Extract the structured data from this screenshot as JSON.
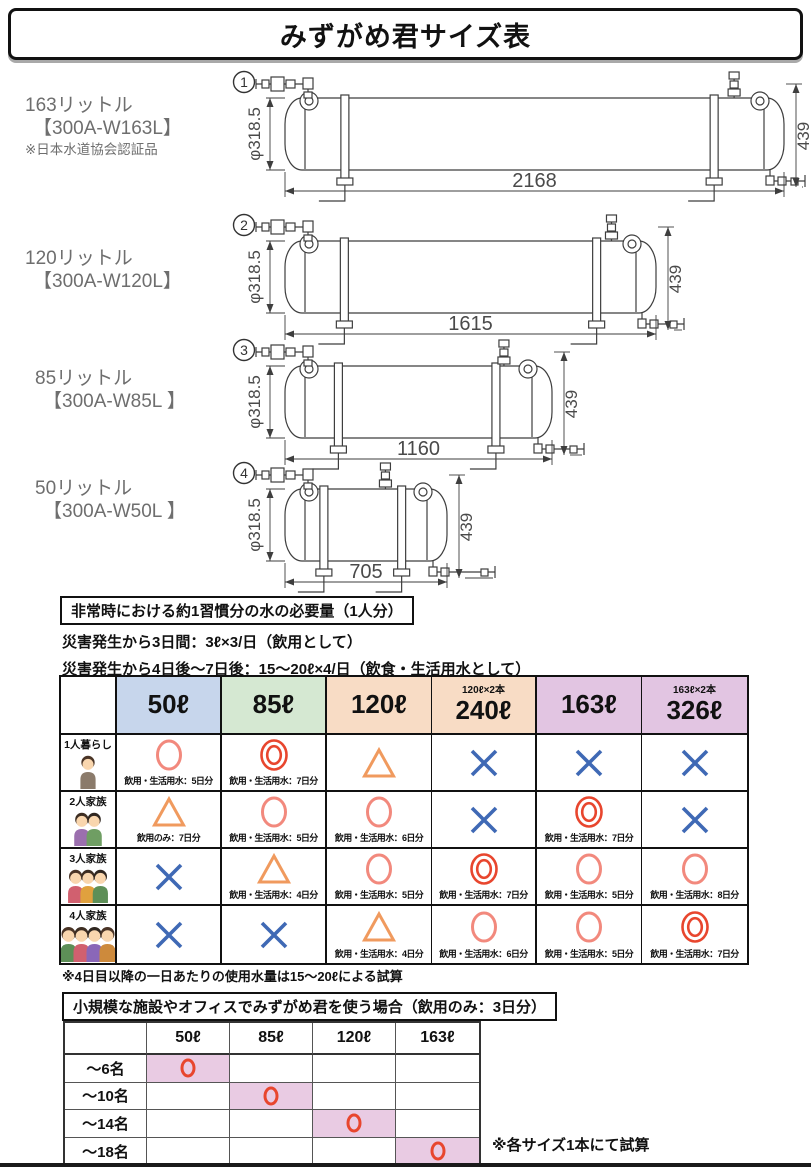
{
  "title": "みずがめ君サイズ表",
  "tanks": [
    {
      "number": "1",
      "capacity": "163リットル",
      "model": "【300A-W163L】",
      "note": "※日本水道協会認証品",
      "diameter": "φ318.5",
      "height": "439",
      "length": "2168"
    },
    {
      "number": "2",
      "capacity": "120リットル",
      "model": "【300A-W120L】",
      "note": "",
      "diameter": "φ318.5",
      "height": "439",
      "length": "1615"
    },
    {
      "number": "3",
      "capacity": "85リットル",
      "model": "【300A-W85L 】",
      "note": "",
      "diameter": "φ318.5",
      "height": "439",
      "length": "1160"
    },
    {
      "number": "4",
      "capacity": "50リットル",
      "model": "【300A-W50L 】",
      "note": "",
      "diameter": "φ318.5",
      "height": "439",
      "length": "705"
    }
  ],
  "emergency": {
    "heading": "非常時における約1習慣分の水の必要量（1人分）",
    "line1": "災害発生から3日間：3ℓ×3/日（飲用として）",
    "line2": "災害発生から4日後〜7日後：15〜20ℓ×4/日（飲食・生活用水として）"
  },
  "size_table": {
    "columns": [
      {
        "label": "50ℓ",
        "sub": "",
        "bg": "#c7d6ec"
      },
      {
        "label": "85ℓ",
        "sub": "",
        "bg": "#d5e8d2"
      },
      {
        "label": "120ℓ",
        "sub": "",
        "bg": "#f8dcc5"
      },
      {
        "label": "240ℓ",
        "sub": "120ℓ×2本",
        "bg": "#f8dcc5"
      },
      {
        "label": "163ℓ",
        "sub": "",
        "bg": "#e2c5e2"
      },
      {
        "label": "326ℓ",
        "sub": "163ℓ×2本",
        "bg": "#e2c5e2"
      }
    ],
    "rows": [
      {
        "label": "1人暮らし",
        "people": 1,
        "cells": [
          {
            "symbol": "circle",
            "caption": "飲用・生活用水：5日分"
          },
          {
            "symbol": "double-circle",
            "caption": "飲用・生活用水：7日分"
          },
          {
            "symbol": "triangle",
            "caption": ""
          },
          {
            "symbol": "cross",
            "caption": ""
          },
          {
            "symbol": "cross",
            "caption": ""
          },
          {
            "symbol": "cross",
            "caption": ""
          }
        ]
      },
      {
        "label": "2人家族",
        "people": 2,
        "cells": [
          {
            "symbol": "triangle",
            "caption": "飲用のみ：7日分"
          },
          {
            "symbol": "circle",
            "caption": "飲用・生活用水：5日分"
          },
          {
            "symbol": "circle",
            "caption": "飲用・生活用水：6日分"
          },
          {
            "symbol": "cross",
            "caption": ""
          },
          {
            "symbol": "double-circle",
            "caption": "飲用・生活用水：7日分"
          },
          {
            "symbol": "cross",
            "caption": ""
          }
        ]
      },
      {
        "label": "3人家族",
        "people": 3,
        "cells": [
          {
            "symbol": "cross",
            "caption": ""
          },
          {
            "symbol": "triangle",
            "caption": "飲用・生活用水：4日分"
          },
          {
            "symbol": "circle",
            "caption": "飲用・生活用水：5日分"
          },
          {
            "symbol": "double-circle",
            "caption": "飲用・生活用水：7日分"
          },
          {
            "symbol": "circle",
            "caption": "飲用・生活用水：5日分"
          },
          {
            "symbol": "circle",
            "caption": "飲用・生活用水：8日分"
          }
        ]
      },
      {
        "label": "4人家族",
        "people": 4,
        "cells": [
          {
            "symbol": "cross",
            "caption": ""
          },
          {
            "symbol": "cross",
            "caption": ""
          },
          {
            "symbol": "triangle",
            "caption": "飲用・生活用水：4日分"
          },
          {
            "symbol": "circle",
            "caption": "飲用・生活用水：6日分"
          },
          {
            "symbol": "circle",
            "caption": "飲用・生活用水：5日分"
          },
          {
            "symbol": "double-circle",
            "caption": "飲用・生活用水：7日分"
          }
        ]
      }
    ],
    "footnote": "※4日目以降の一日あたりの使用水量は15〜20ℓによる試算"
  },
  "office_table": {
    "heading": "小規模な施設やオフィスでみずがめ君を使う場合（飲用のみ：3日分）",
    "columns": [
      "50ℓ",
      "85ℓ",
      "120ℓ",
      "163ℓ"
    ],
    "rows": [
      {
        "label": "〜6名",
        "marked": 0
      },
      {
        "label": "〜10名",
        "marked": 1
      },
      {
        "label": "〜14名",
        "marked": 2
      },
      {
        "label": "〜18名",
        "marked": 3
      }
    ],
    "note": "※各サイズ1本にて試算"
  },
  "colors": {
    "symbol_circle": "#f2897d",
    "symbol_double_circle": "#e8462e",
    "symbol_triangle": "#f09a5e",
    "symbol_cross": "#3f69b5",
    "office_highlight": "#e9cbe3",
    "drawing_line": "#3e3e3e",
    "label_gray": "#6e6e6e"
  }
}
